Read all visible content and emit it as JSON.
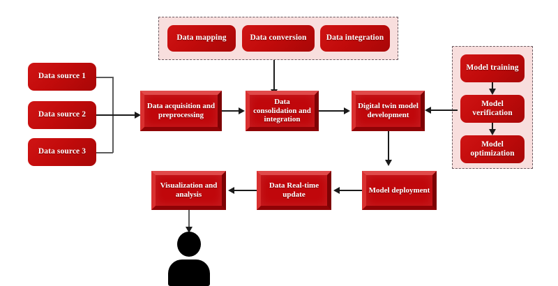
{
  "diagram": {
    "title": "Digital twin data pipeline flow diagram",
    "background": "#ffffff",
    "colors": {
      "box_face": "#c0070b",
      "box_bevel_light": "#e04a4a",
      "box_bevel_dark": "#7d0204",
      "rounded_box": "#c20b0b",
      "group_fill": "#f8dedd",
      "group_border": "#6a5a60",
      "connector": "#1a1a1a",
      "person": "#000000",
      "label_text": "#ffffff"
    }
  },
  "sources": {
    "group_name": "data-sources",
    "items": [
      {
        "label": "Data source 1"
      },
      {
        "label": "Data source 2"
      },
      {
        "label": "Data source 3"
      }
    ]
  },
  "top_group": {
    "name": "data-transformation-group",
    "items": [
      {
        "label": "Data mapping"
      },
      {
        "label": "Data conversion"
      },
      {
        "label": "Data integration"
      }
    ]
  },
  "right_group": {
    "name": "model-lifecycle-group",
    "items": [
      {
        "label": "Model training"
      },
      {
        "label": "Model verification"
      },
      {
        "label": "Model optimization"
      }
    ]
  },
  "pipeline": {
    "upper": [
      {
        "label": "Data acquisition and preprocessing"
      },
      {
        "label": "Data consolidation and integration"
      },
      {
        "label": "Digital twin model development"
      }
    ],
    "lower": [
      {
        "label": "Model deployment"
      },
      {
        "label": "Data Real-time update"
      },
      {
        "label": "Visualization and analysis"
      }
    ]
  },
  "actor": {
    "icon": "person-icon",
    "label": ""
  }
}
